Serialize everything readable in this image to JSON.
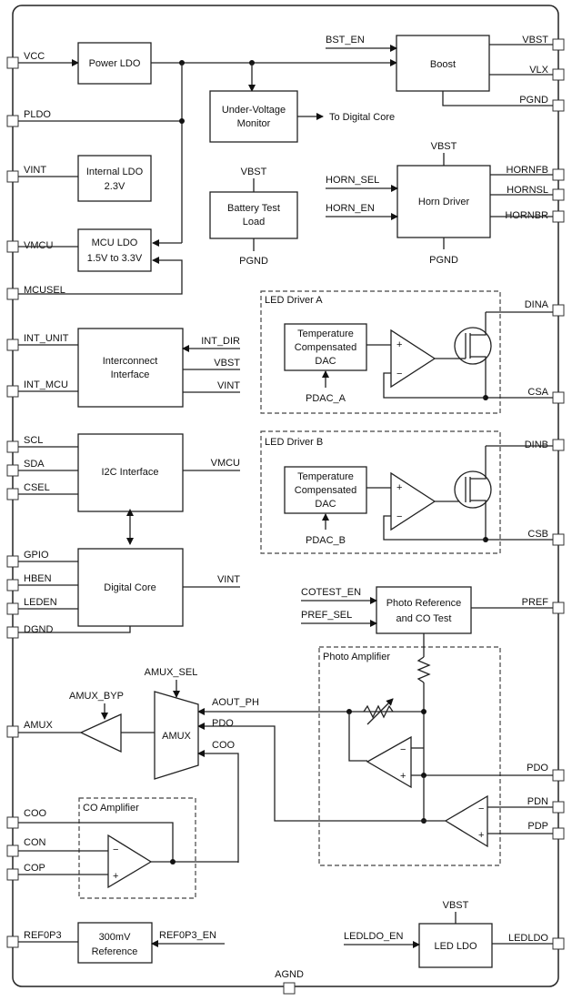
{
  "pins_left": {
    "vcc": "VCC",
    "pldo": "PLDO",
    "vint": "VINT",
    "vmcu": "VMCU",
    "mcusel": "MCUSEL",
    "int_unit": "INT_UNIT",
    "int_mcu": "INT_MCU",
    "scl": "SCL",
    "sda": "SDA",
    "csel": "CSEL",
    "gpio": "GPIO",
    "hben": "HBEN",
    "leden": "LEDEN",
    "dgnd": "DGND",
    "amux": "AMUX",
    "coo": "COO",
    "con": "CON",
    "cop": "COP",
    "ref0p3": "REF0P3"
  },
  "pins_right": {
    "vbst": "VBST",
    "vlx": "VLX",
    "pgnd": "PGND",
    "hornfb": "HORNFB",
    "hornsl": "HORNSL",
    "hornbr": "HORNBR",
    "dina": "DINA",
    "csa": "CSA",
    "dinb": "DINB",
    "csb": "CSB",
    "pref": "PREF",
    "pdo": "PDO",
    "pdn": "PDN",
    "pdp": "PDP",
    "ledldo": "LEDLDO"
  },
  "pins_bottom": {
    "agnd": "AGND"
  },
  "blocks": {
    "power_ldo": "Power LDO",
    "boost": "Boost",
    "uvm_line1": "Under-Voltage",
    "uvm_line2": "Monitor",
    "internal_ldo_line1": "Internal LDO",
    "internal_ldo_line2": "2.3V",
    "battery_test_line1": "Battery Test",
    "battery_test_line2": "Load",
    "horn_driver": "Horn Driver",
    "mcu_ldo_line1": "MCU LDO",
    "mcu_ldo_line2": "1.5V to 3.3V",
    "interconnect_line1": "Interconnect",
    "interconnect_line2": "Interface",
    "i2c": "I2C Interface",
    "digital_core": "Digital Core",
    "photo_ref_line1": "Photo Reference",
    "photo_ref_line2": "and CO Test",
    "amux": "AMUX",
    "ref300_line1": "300mV",
    "ref300_line2": "Reference",
    "led_ldo": "LED LDO",
    "dac_line1": "Temperature",
    "dac_line2": "Compensated",
    "dac_line3": "DAC",
    "dac_b_line1": "Temperature",
    "dac_b_line2": "Compensated",
    "dac_b_line3": "DAC"
  },
  "groups": {
    "led_driver_a": "LED Driver A",
    "led_driver_b": "LED Driver B",
    "photo_amplifier": "Photo Amplifier",
    "co_amplifier": "CO Amplifier"
  },
  "signals": {
    "bst_en": "BST_EN",
    "to_digital_core": "To Digital Core",
    "vbst_bat": "VBST",
    "pgnd_bat": "PGND",
    "vbst_horn": "VBST",
    "pgnd_horn": "PGND",
    "horn_sel": "HORN_SEL",
    "horn_en": "HORN_EN",
    "int_dir": "INT_DIR",
    "vbst_int": "VBST",
    "vint_int": "VINT",
    "pdac_a": "PDAC_A",
    "pdac_b": "PDAC_B",
    "vmcu_i2c": "VMCU",
    "vint_core": "VINT",
    "cotest_en": "COTEST_EN",
    "pref_sel": "PREF_SEL",
    "amux_sel": "AMUX_SEL",
    "amux_byp": "AMUX_BYP",
    "aout_ph": "AOUT_PH",
    "pdo_sig": "PDO",
    "coo_sig": "COO",
    "ref0p3_en": "REF0P3_EN",
    "vbst_led": "VBST",
    "ledldo_en": "LEDLDO_EN"
  }
}
